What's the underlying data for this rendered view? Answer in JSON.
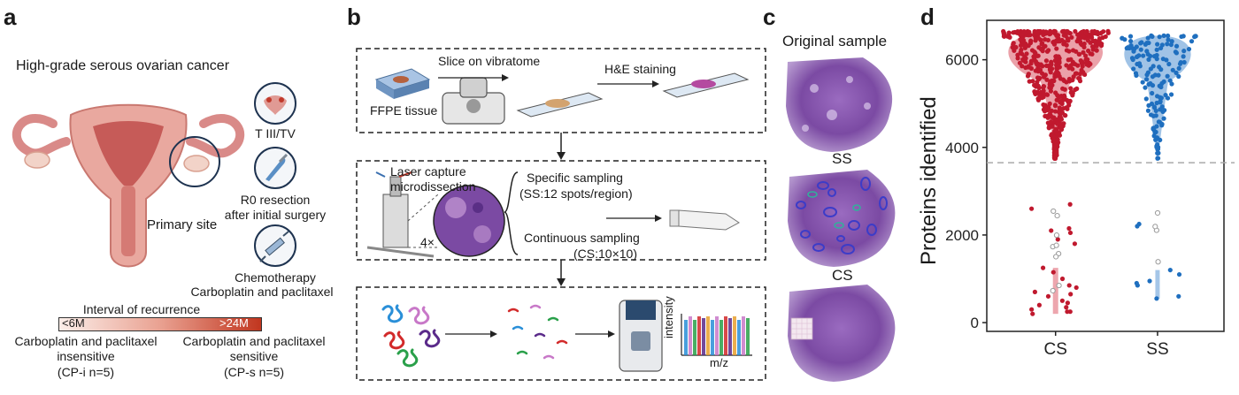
{
  "panels": {
    "a": {
      "letter": "a",
      "title": "High-grade serous ovarian cancer",
      "primary_site": "Primary site",
      "stage": "T III/TV",
      "resection_line1": "R0 resection",
      "resection_line2": "after initial surgery",
      "chemo_line1": "Chemotherapy",
      "chemo_line2": "Carboplatin and paclitaxel",
      "interval_title": "Interval of recurrence",
      "bar_left": "<6M",
      "bar_right": ">24M",
      "left_group_line1": "Carboplatin and paclitaxel",
      "left_group_line2": "insensitive",
      "left_group_line3": "(CP-i n=5)",
      "right_group_line1": "Carboplatin and paclitaxel",
      "right_group_line2": "sensitive",
      "right_group_line3": "(CP-s n=5)"
    },
    "b": {
      "letter": "b",
      "slice": "Slice on vibratome",
      "he": "H&E staining",
      "ffpe": "FFPE tissue",
      "lcm_line1": "Laser capture",
      "lcm_line2": "microdissection",
      "magnification": "4×",
      "ss_line1": "Specific sampling",
      "ss_line2": "(SS:12 spots/region)",
      "cs_line1": "Continuous sampling",
      "cs_line2": "(CS:10×10)",
      "intensity": "intensity",
      "mz": "m/z"
    },
    "c": {
      "letter": "c",
      "original": "Original sample",
      "ss": "SS",
      "cs": "CS"
    },
    "d": {
      "letter": "d",
      "ylabel": "Proteins identified"
    }
  },
  "colors": {
    "cs_dark": "#c0192e",
    "cs_light": "#e8909a",
    "ss_dark": "#1f6fbf",
    "ss_light": "#8fb8e2",
    "gradient_start": "#fbeee9",
    "gradient_end": "#c1361f",
    "tissue": "#7b4aa3"
  },
  "chart_data": {
    "type": "scatter",
    "chart_subtype": "violin with jittered points",
    "categories": [
      "CS",
      "SS"
    ],
    "ylabel": "Proteins identified",
    "ylim": [
      -200,
      6900
    ],
    "yticks": [
      0,
      2000,
      4000,
      6000
    ],
    "threshold_line": 3650,
    "grid": false,
    "series": [
      {
        "category": "CS",
        "upper_cluster_range": [
          3700,
          6650
        ],
        "lower_points": [
          2700,
          2600,
          2150,
          2100,
          2050,
          1900,
          1800,
          1250,
          1150,
          1000,
          850,
          800,
          700,
          650,
          600,
          500,
          450,
          400,
          350,
          300,
          250,
          250,
          200
        ]
      },
      {
        "category": "SS",
        "upper_cluster_range": [
          3700,
          6550
        ],
        "lower_points": [
          2250,
          2200,
          1200,
          1100,
          950,
          900,
          850,
          600,
          550
        ]
      }
    ]
  }
}
